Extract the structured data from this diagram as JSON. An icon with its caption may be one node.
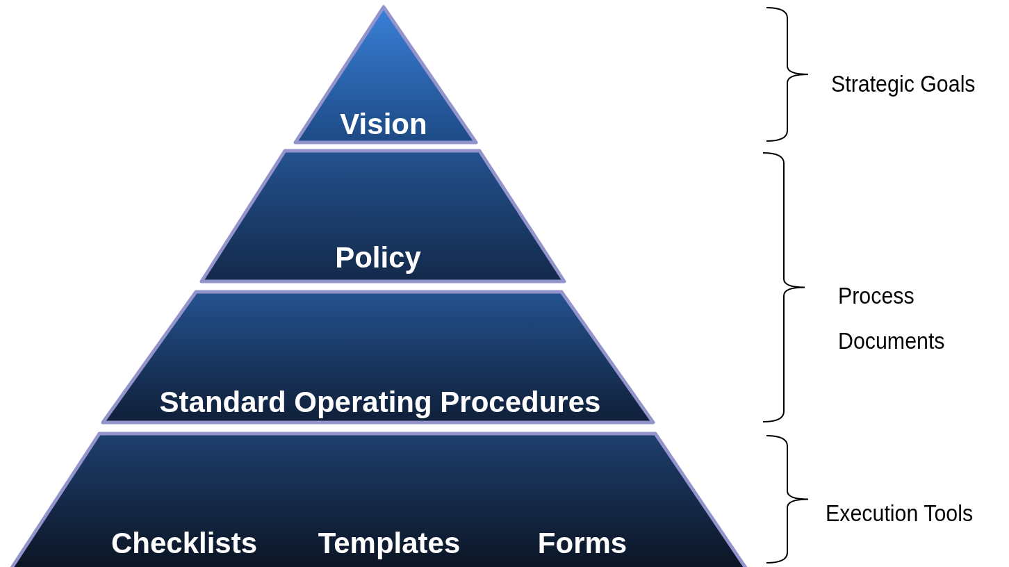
{
  "diagram": {
    "nodes": [
      {
        "text": [
          "Vision"
        ]
      },
      {
        "text": [
          "Policy"
        ]
      },
      {
        "text": [
          "Standard Operating Procedures"
        ]
      },
      {
        "text": [
          "Checklists",
          "Templates",
          "Forms"
        ]
      }
    ],
    "labels": [
      "Strategic Goals",
      "Process Documents",
      "Execution Tools"
    ]
  }
}
